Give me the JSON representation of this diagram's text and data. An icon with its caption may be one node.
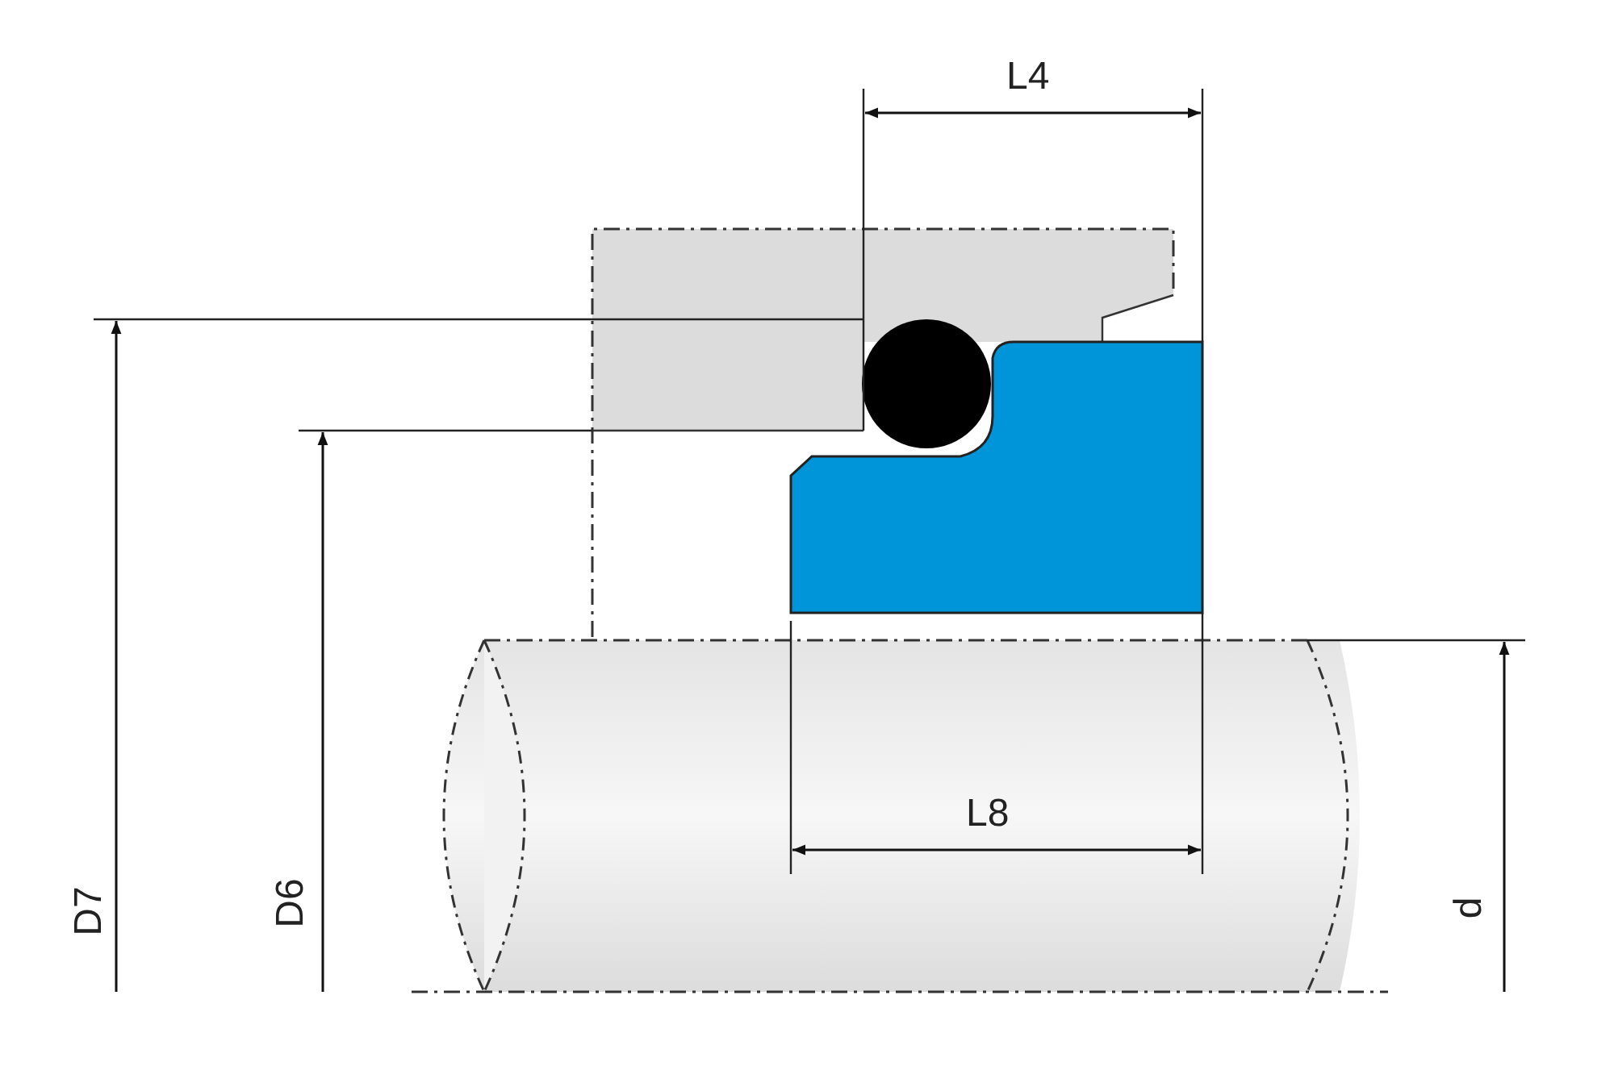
{
  "diagram": {
    "labels": [
      "L4",
      "L8",
      "D7",
      "D6",
      "d"
    ]
  }
}
